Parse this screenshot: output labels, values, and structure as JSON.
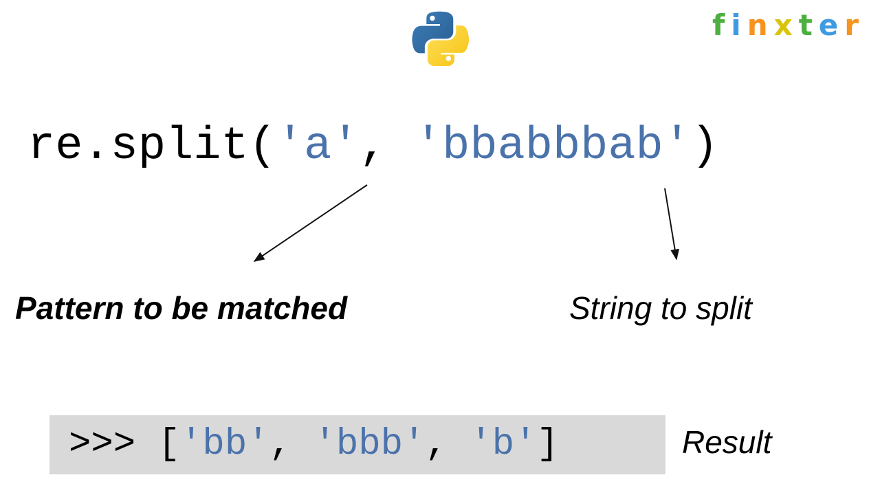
{
  "branding": {
    "python_logo": {
      "name": "python-logo",
      "blue": "#3572A5",
      "yellow": "#FFD343"
    },
    "finxter": {
      "text": "finxter",
      "letters": [
        {
          "char": "f",
          "color": "#4CAF3F"
        },
        {
          "char": "i",
          "color": "#3F9BE0"
        },
        {
          "char": "n",
          "color": "#F5941E"
        },
        {
          "char": "x",
          "color": "#D9C40B"
        },
        {
          "char": "t",
          "color": "#4CAF3F"
        },
        {
          "char": "e",
          "color": "#3F9BE0"
        },
        {
          "char": "r",
          "color": "#F5941E"
        }
      ]
    }
  },
  "code": {
    "full": "re.split('a', 'bbabbbab')",
    "segments": [
      {
        "text": "re.split(",
        "color": "black"
      },
      {
        "text": "'a'",
        "color": "blue"
      },
      {
        "text": ", ",
        "color": "black"
      },
      {
        "text": "'bbabbbab'",
        "color": "blue"
      },
      {
        "text": ")",
        "color": "black"
      }
    ]
  },
  "annotations": {
    "pattern_label": "Pattern to be matched",
    "string_label": "String to split",
    "result_label": "Result"
  },
  "result": {
    "prompt": ">>> ",
    "full": ">>> ['bb', 'bbb', 'b']",
    "background": "#d9d9d9",
    "segments": [
      {
        "text": ">>> [",
        "color": "black"
      },
      {
        "text": "'bb'",
        "color": "blue"
      },
      {
        "text": ", ",
        "color": "black"
      },
      {
        "text": "'bbb'",
        "color": "blue"
      },
      {
        "text": ", ",
        "color": "black"
      },
      {
        "text": "'b'",
        "color": "blue"
      },
      {
        "text": "]",
        "color": "black"
      }
    ],
    "items": [
      "bb",
      "bbb",
      "b"
    ]
  },
  "colors": {
    "string_blue": "#4a72ab",
    "text_black": "#000000",
    "result_gray": "#d9d9d9",
    "page_background": "#ffffff"
  }
}
